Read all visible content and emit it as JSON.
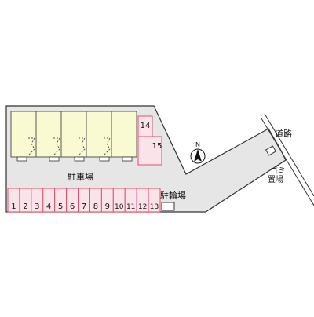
{
  "labels": {
    "parking": "駐車場",
    "bicycle_parking": "駐輪場",
    "road": "道路",
    "garbage_line1": "ゴミ",
    "garbage_line2": "置場",
    "north": "N"
  },
  "parking_spaces": {
    "bottom_row": [
      "1",
      "2",
      "3",
      "4",
      "5",
      "6",
      "7",
      "8",
      "9",
      "10",
      "11",
      "12",
      "13"
    ],
    "side": [
      "14",
      "15"
    ]
  },
  "building_units": 5,
  "colors": {
    "ground": "#e6e6e6",
    "ground_edge": "#333333",
    "building_fill": "#fafad2",
    "building_edge": "#555555",
    "space_fill": "#fbe3ea",
    "space_edge": "#e0506e",
    "text": "#111111"
  }
}
